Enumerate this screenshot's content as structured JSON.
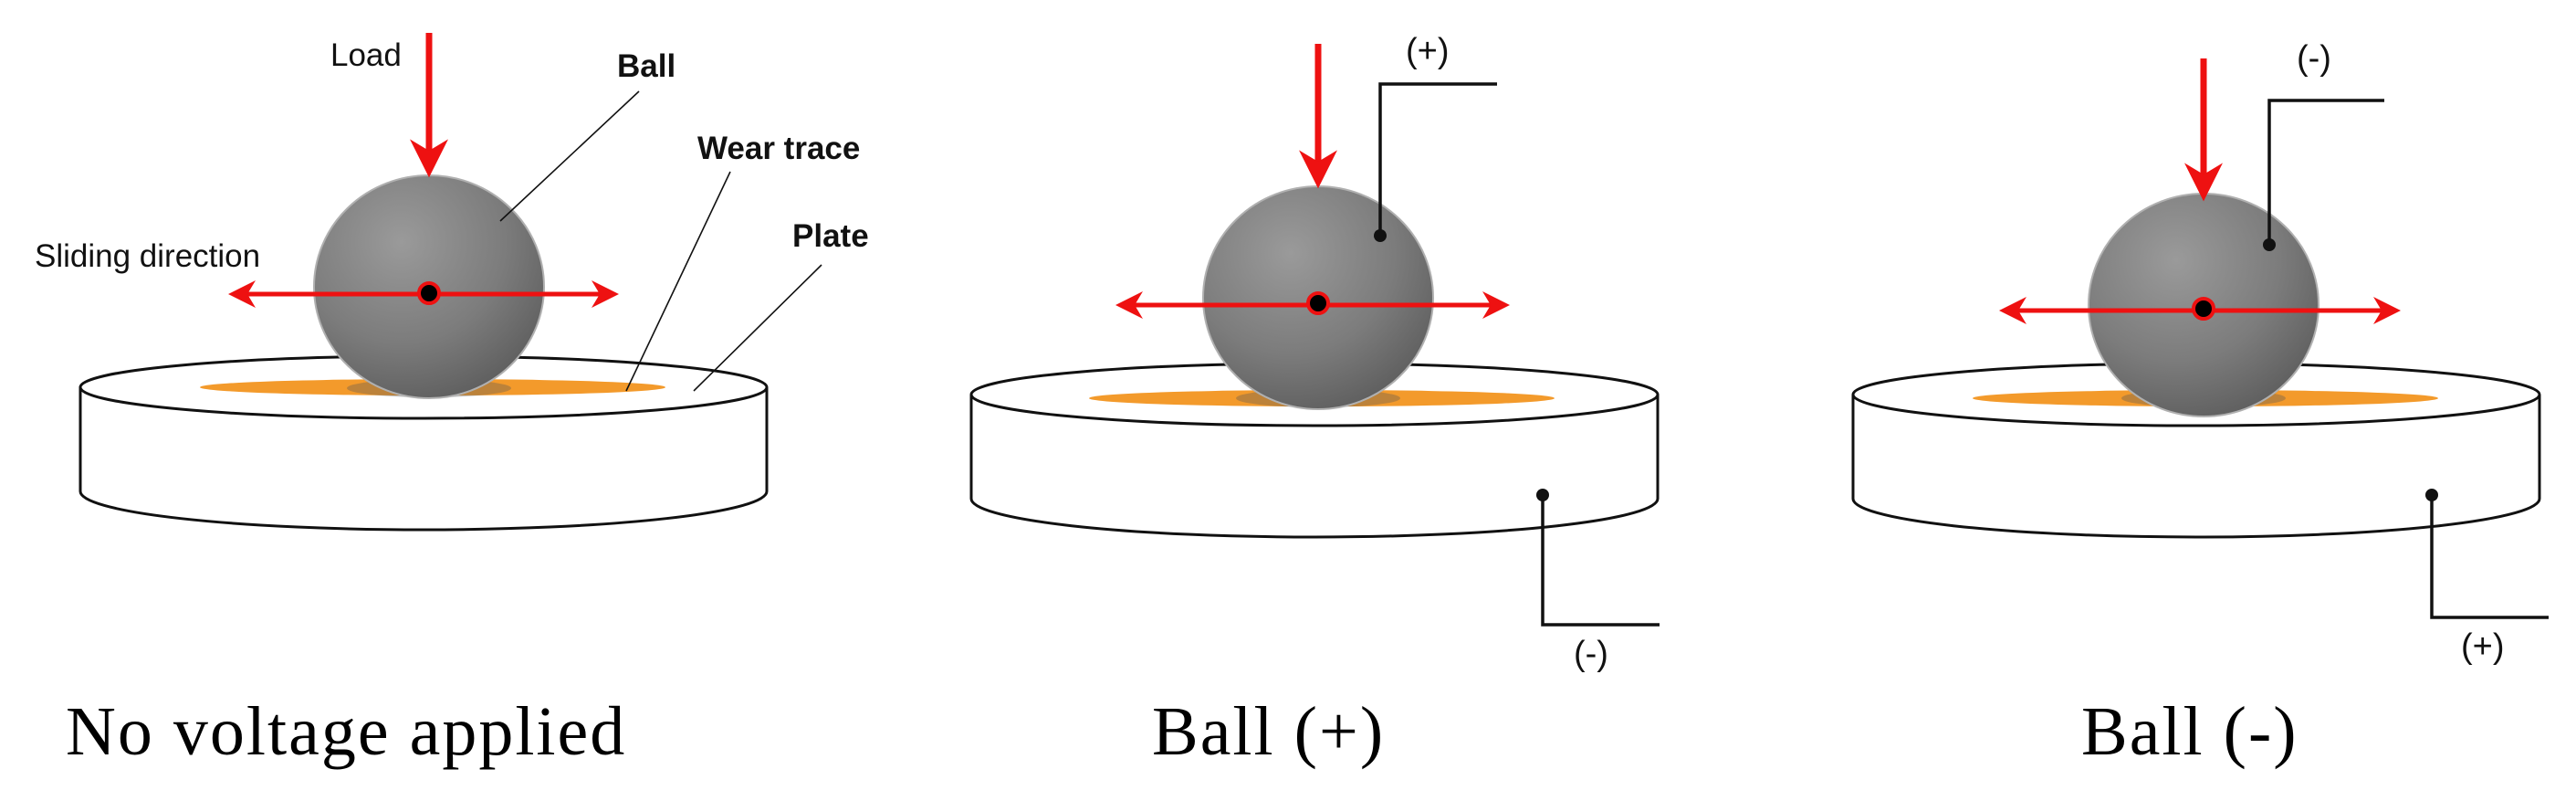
{
  "colors": {
    "arrow": "#ee1111",
    "ball": "#7a7a7a",
    "wear_trace": "#f39a2b",
    "outline": "#111111"
  },
  "panels": [
    {
      "title": "No voltage applied",
      "labels": {
        "load": "Load",
        "ball": "Ball",
        "wear_trace": "Wear trace",
        "plate": "Plate",
        "sliding_direction": "Sliding direction"
      }
    },
    {
      "title": "Ball (+)",
      "ball_terminal": "(+)",
      "plate_terminal": "(-)"
    },
    {
      "title": "Ball (-)",
      "ball_terminal": "(-)",
      "plate_terminal": "(+)"
    }
  ]
}
